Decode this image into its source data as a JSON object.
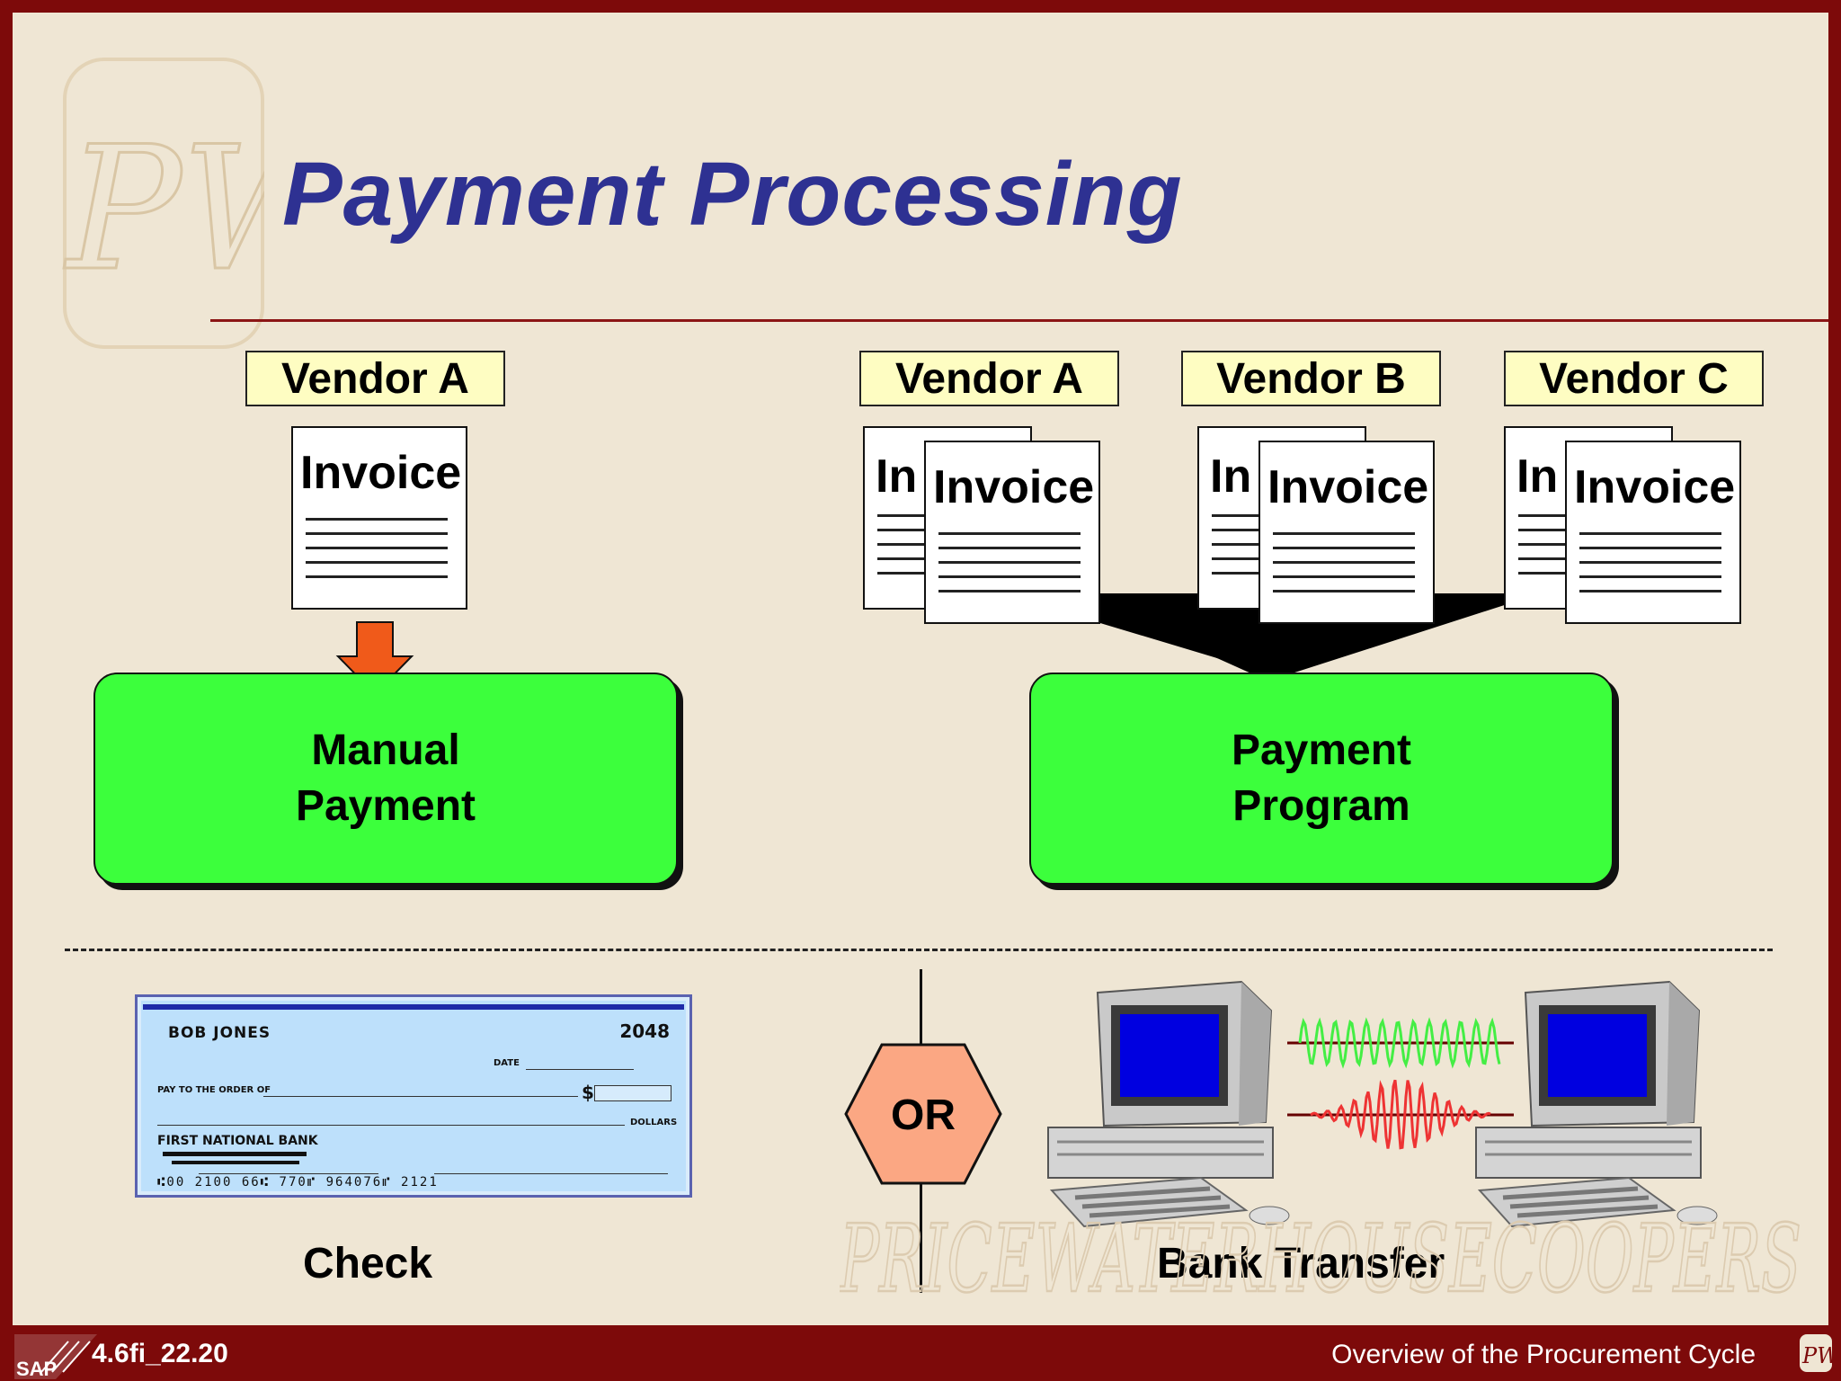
{
  "title": "Payment Processing",
  "manual_flow": {
    "vendor": "Vendor A",
    "invoice": "Invoice",
    "process": [
      "Manual",
      "Payment"
    ]
  },
  "auto_flow": {
    "vendors": [
      {
        "name": "Vendor A",
        "back_invoice": "In",
        "invoice": "Invoice"
      },
      {
        "name": "Vendor B",
        "back_invoice": "In",
        "invoice": "Invoice"
      },
      {
        "name": "Vendor C",
        "back_invoice": "In",
        "invoice": "Invoice"
      }
    ],
    "process": [
      "Payment",
      "Program"
    ]
  },
  "check": {
    "payer": "BOB JONES",
    "number": "2048",
    "date_label": "DATE",
    "pay_to_label": "PAY TO THE ORDER OF",
    "dollar_sign": "$",
    "dollars_label": "DOLLARS",
    "bank": "FIRST NATIONAL BANK",
    "micr": "⑆00 2100 66⑆ 770⑈ 964076⑈ 2121",
    "caption": "Check"
  },
  "or_label": "OR",
  "bank_transfer_caption": "Bank Transfer",
  "watermark": "PRICEWATERHOUSECOOPERS",
  "logo_text": "PW",
  "footer": {
    "sap_label": "SAP",
    "id": "4.6fi_22.20",
    "subtitle": "Overview of the Procurement Cycle"
  },
  "colors": {
    "frame": "#7d0a0a",
    "background": "#efe6d4",
    "title": "#2e3192",
    "process_box": "#3cff3c",
    "vendor_label": "#fefdc2",
    "arrow": "#f05a1a",
    "or_hex": "#fba783",
    "check": "#bde0fb"
  }
}
